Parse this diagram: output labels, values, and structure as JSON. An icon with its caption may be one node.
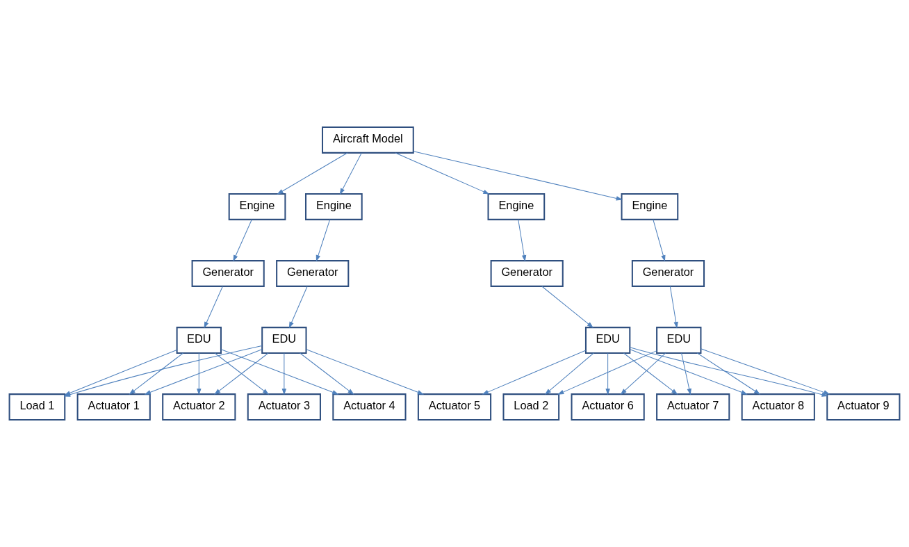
{
  "diagram": {
    "nodes": [
      {
        "text": [
          "Aircraft Model"
        ]
      },
      {
        "text": [
          "Engine"
        ]
      },
      {
        "text": [
          "Engine"
        ]
      },
      {
        "text": [
          "Engine"
        ]
      },
      {
        "text": [
          "Engine"
        ]
      },
      {
        "text": [
          "Generator"
        ]
      },
      {
        "text": [
          "Generator"
        ]
      },
      {
        "text": [
          "Generator"
        ]
      },
      {
        "text": [
          "Generator"
        ]
      },
      {
        "text": [
          "EDU"
        ]
      },
      {
        "text": [
          "EDU"
        ]
      },
      {
        "text": [
          "EDU"
        ]
      },
      {
        "text": [
          "EDU"
        ]
      },
      {
        "text": [
          "Actuator 1"
        ]
      },
      {
        "text": [
          "Actuator 2"
        ]
      },
      {
        "text": [
          "Actuator 3"
        ]
      },
      {
        "text": [
          "Actuator 4"
        ]
      },
      {
        "text": [
          "Load 1"
        ]
      },
      {
        "text": [
          "Actuator 5"
        ]
      },
      {
        "text": [
          "Actuator 6"
        ]
      },
      {
        "text": [
          "Actuator 7"
        ]
      },
      {
        "text": [
          "Actuator 8"
        ]
      },
      {
        "text": [
          "Actuator 9"
        ]
      },
      {
        "text": [
          "Load 2"
        ]
      }
    ],
    "edges": [
      {
        "from": 0,
        "to": 1,
        "arrow": "to"
      },
      {
        "from": 0,
        "to": 2,
        "arrow": "to"
      },
      {
        "from": 0,
        "to": 3,
        "arrow": "to"
      },
      {
        "from": 0,
        "to": 4,
        "arrow": "to"
      },
      {
        "from": 1,
        "to": 5,
        "arrow": "to"
      },
      {
        "from": 2,
        "to": 6,
        "arrow": "to"
      },
      {
        "from": 3,
        "to": 7,
        "arrow": "to"
      },
      {
        "from": 4,
        "to": 8,
        "arrow": "to"
      },
      {
        "from": 5,
        "to": 9,
        "arrow": "to"
      },
      {
        "from": 6,
        "to": 10,
        "arrow": "to"
      },
      {
        "from": 7,
        "to": 11,
        "arrow": "to"
      },
      {
        "from": 8,
        "to": 12,
        "arrow": "to"
      },
      {
        "from": 9,
        "to": 13,
        "arrow": "to"
      },
      {
        "from": 9,
        "to": 14,
        "arrow": "to"
      },
      {
        "from": 9,
        "to": 15,
        "arrow": "to"
      },
      {
        "from": 9,
        "to": 16,
        "arrow": "to"
      },
      {
        "from": 9,
        "to": 17,
        "arrow": "to"
      },
      {
        "from": 10,
        "to": 13,
        "arrow": "to"
      },
      {
        "from": 10,
        "to": 14,
        "arrow": "to"
      },
      {
        "from": 10,
        "to": 15,
        "arrow": "to"
      },
      {
        "from": 10,
        "to": 16,
        "arrow": "to"
      },
      {
        "from": 10,
        "to": 17,
        "arrow": "to"
      },
      {
        "from": 10,
        "to": 18,
        "arrow": "to"
      },
      {
        "from": 11,
        "to": 18,
        "arrow": "to"
      },
      {
        "from": 11,
        "to": 19,
        "arrow": "to"
      },
      {
        "from": 11,
        "to": 20,
        "arrow": "to"
      },
      {
        "from": 11,
        "to": 21,
        "arrow": "to"
      },
      {
        "from": 11,
        "to": 22,
        "arrow": "to"
      },
      {
        "from": 11,
        "to": 23,
        "arrow": "to"
      },
      {
        "from": 12,
        "to": 19,
        "arrow": "to"
      },
      {
        "from": 12,
        "to": 20,
        "arrow": "to"
      },
      {
        "from": 12,
        "to": 21,
        "arrow": "to"
      },
      {
        "from": 12,
        "to": 22,
        "arrow": "to"
      },
      {
        "from": 12,
        "to": 23,
        "arrow": "to"
      }
    ]
  }
}
